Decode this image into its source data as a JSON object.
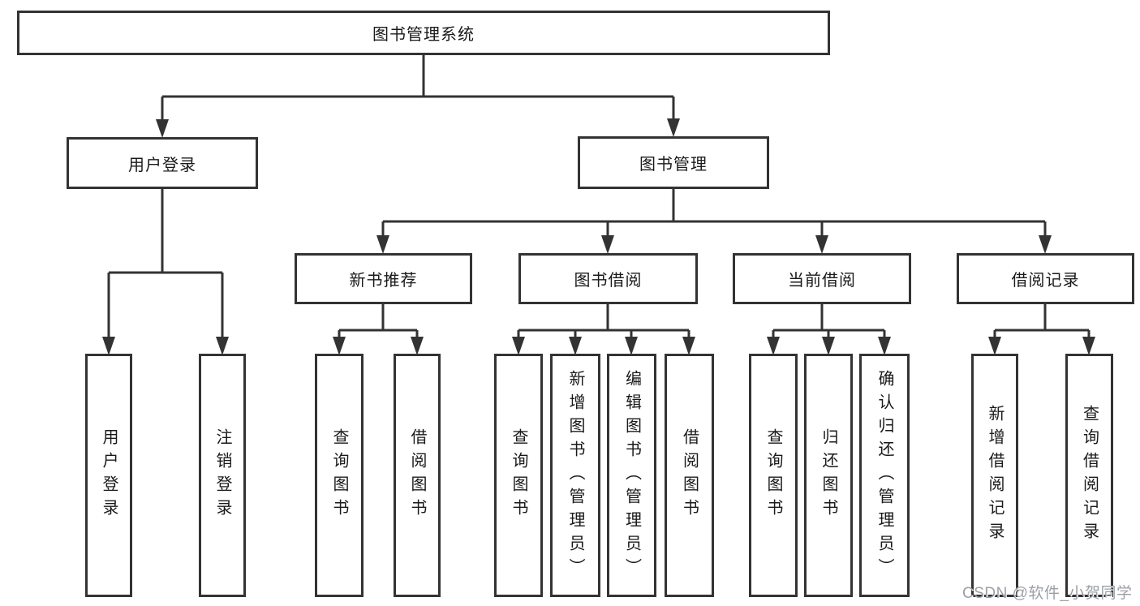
{
  "diagram": {
    "root": {
      "label": "图书管理系统"
    },
    "login": {
      "label": "用户登录",
      "children": [
        "用户登录",
        "注销登录"
      ]
    },
    "mgmt": {
      "label": "图书管理",
      "groups": [
        {
          "label": "新书推荐",
          "children": [
            "查询图书",
            "借阅图书"
          ]
        },
        {
          "label": "图书借阅",
          "children": [
            "查询图书",
            "新增图书（管理员）",
            "编辑图书（管理员）",
            "借阅图书"
          ]
        },
        {
          "label": "当前借阅",
          "children": [
            "查询图书",
            "归还图书",
            "确认归还（管理员）"
          ]
        },
        {
          "label": "借阅记录",
          "children": [
            "新增借阅记录",
            "查询借阅记录"
          ]
        }
      ]
    }
  },
  "watermark": {
    "text": "CSDN @软件_小贺同学"
  },
  "colors": {
    "line": "#333333",
    "text": "#1a1a1a",
    "watermark": "#9ca0a5",
    "background": "#ffffff"
  }
}
